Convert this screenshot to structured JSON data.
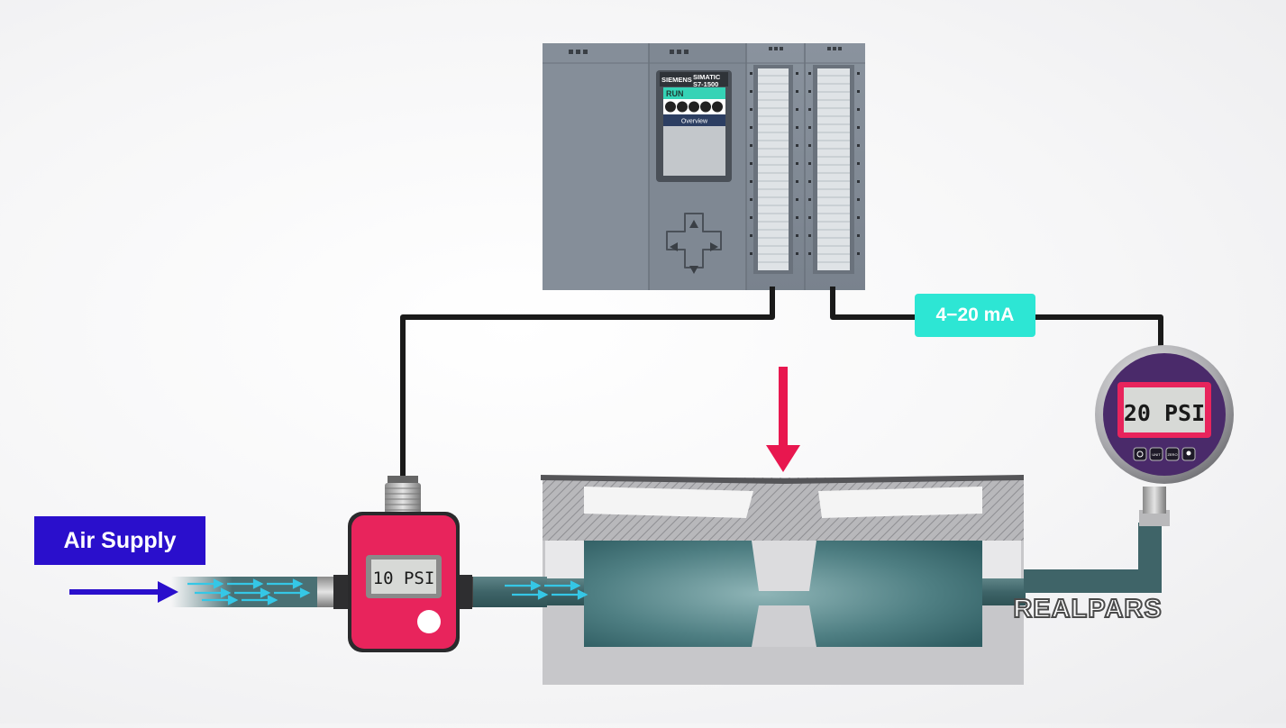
{
  "labels": {
    "air_supply": "Air Supply",
    "signal": "4−20 mA",
    "brand": "REALPARS"
  },
  "plc": {
    "vendor": "SIEMENS",
    "model_line1": "SIMATIC",
    "model_line2": "S7-1500",
    "mode": "RUN",
    "screen_title": "Overview"
  },
  "regulator": {
    "reading": "10 PSI"
  },
  "gauge": {
    "reading": "20 PSI",
    "buttons": [
      "power",
      "UNIT",
      "ZERO",
      "light"
    ]
  },
  "colors": {
    "air_label": "#2a0fcc",
    "signal_label": "#2de6d4",
    "force_arrow": "#e8174f",
    "regulator_body": "#e8245c",
    "gauge_face": "#4a2a6a",
    "flow_arrows": "#35c7e6",
    "liquid": "#3f6e72",
    "wire": "#1a1a1a"
  },
  "icons": [
    "air-flow-arrow",
    "pressure-force-arrow",
    "plc-dpad-icon"
  ]
}
